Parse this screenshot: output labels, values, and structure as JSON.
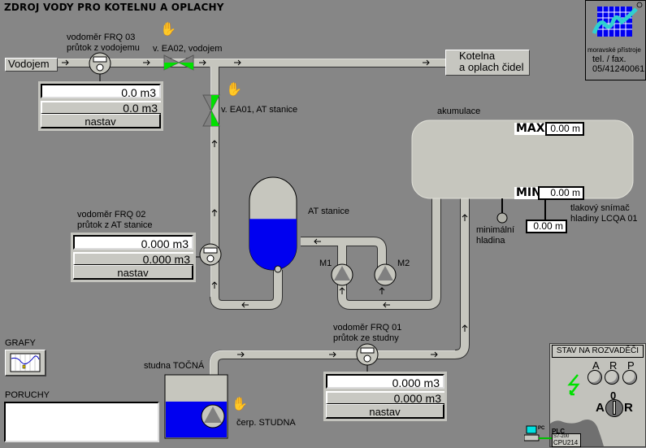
{
  "title": "ZDROJ VODY PRO KOTELNU A OPLACHY",
  "source_tag": "Vodojem",
  "dest_tag": [
    "Kotelna",
    "a oplach čidel"
  ],
  "meters": {
    "frq03": {
      "label": [
        "vodoměr FRQ 03",
        "průtok z vodojemu"
      ],
      "value": "0.0 m3",
      "setpoint": "0.0 m3",
      "button": "nastav"
    },
    "frq02": {
      "label": [
        "vodoměr FRQ 02",
        "průtok z AT stanice"
      ],
      "value": "0.000 m3",
      "setpoint": "0.000 m3",
      "button": "nastav"
    },
    "frq01": {
      "label": [
        "vodoměr FRQ 01",
        "průtok ze studny"
      ],
      "value": "0.000 m3",
      "setpoint": "0.000 m3",
      "button": "nastav"
    }
  },
  "valves": {
    "ea02": {
      "label": "v. EA02, vodojem",
      "state_color": "#00e000"
    },
    "ea01": {
      "label": "v. EA01, AT stanice",
      "state_color": "#00e000"
    }
  },
  "at_station": {
    "label": "AT stanice",
    "level_fraction": 0.55,
    "water_color": "#0000f0"
  },
  "pumps": {
    "m1": "M1",
    "m2": "M2",
    "well_pump": "čerp. STUDNA"
  },
  "accumulation": {
    "label": "akumulace",
    "max_key": "MAX",
    "max_value": "0.00 m",
    "min_key": "MIN",
    "min_value": "0.00 m",
    "min_level_label": [
      "minimální",
      "hladina"
    ],
    "sensor_label": [
      "tlakový snímač",
      "hladiny LCQA 01"
    ],
    "sensor_value": "0.00 m"
  },
  "well": {
    "label": "studna TOČNÁ",
    "level_fraction": 0.58
  },
  "grafy": {
    "label": "GRAFY"
  },
  "poruchy": {
    "label": "PORUCHY",
    "text": ""
  },
  "panel": {
    "title": "STAV NA ROZVADĚČI",
    "lamps": [
      "A",
      "R",
      "P"
    ],
    "switch_zero": "0",
    "switch_left": "A",
    "switch_right": "R",
    "plc_label": "PLC",
    "plc_model": "S7-200",
    "plc_cpu": "CPU214",
    "pc_label": "PC"
  },
  "logo": {
    "company": "moravské přístroje",
    "tel_label": "tel. / fax.",
    "phone": "05/41240061"
  },
  "colors": {
    "pipe": "#c8c8c0",
    "active": "#00e000",
    "water": "#0000f0",
    "background": "#868686"
  }
}
